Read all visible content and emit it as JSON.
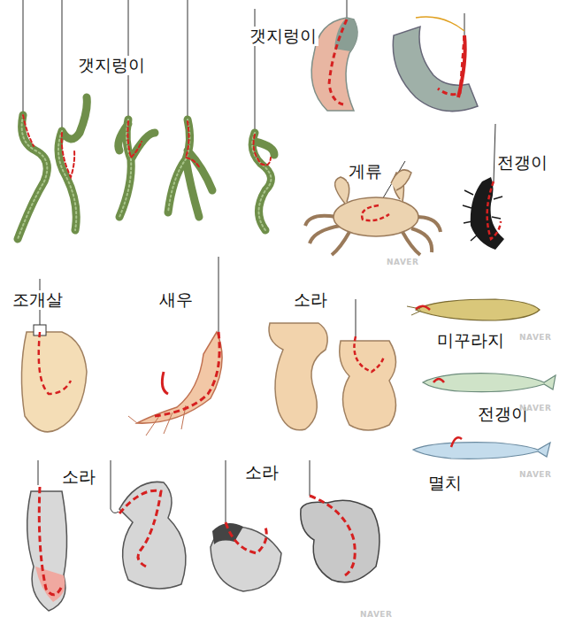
{
  "diagram": {
    "labels": [
      "갯지렁이",
      "갯지렁이",
      "게류",
      "전갱이",
      "NAVER",
      "조개살",
      "새우",
      "소라",
      "미꾸라지",
      "NAVER",
      "전갱이",
      "NAVER",
      "멸치",
      "NAVER",
      "소라",
      "소라",
      "NAVER"
    ]
  }
}
